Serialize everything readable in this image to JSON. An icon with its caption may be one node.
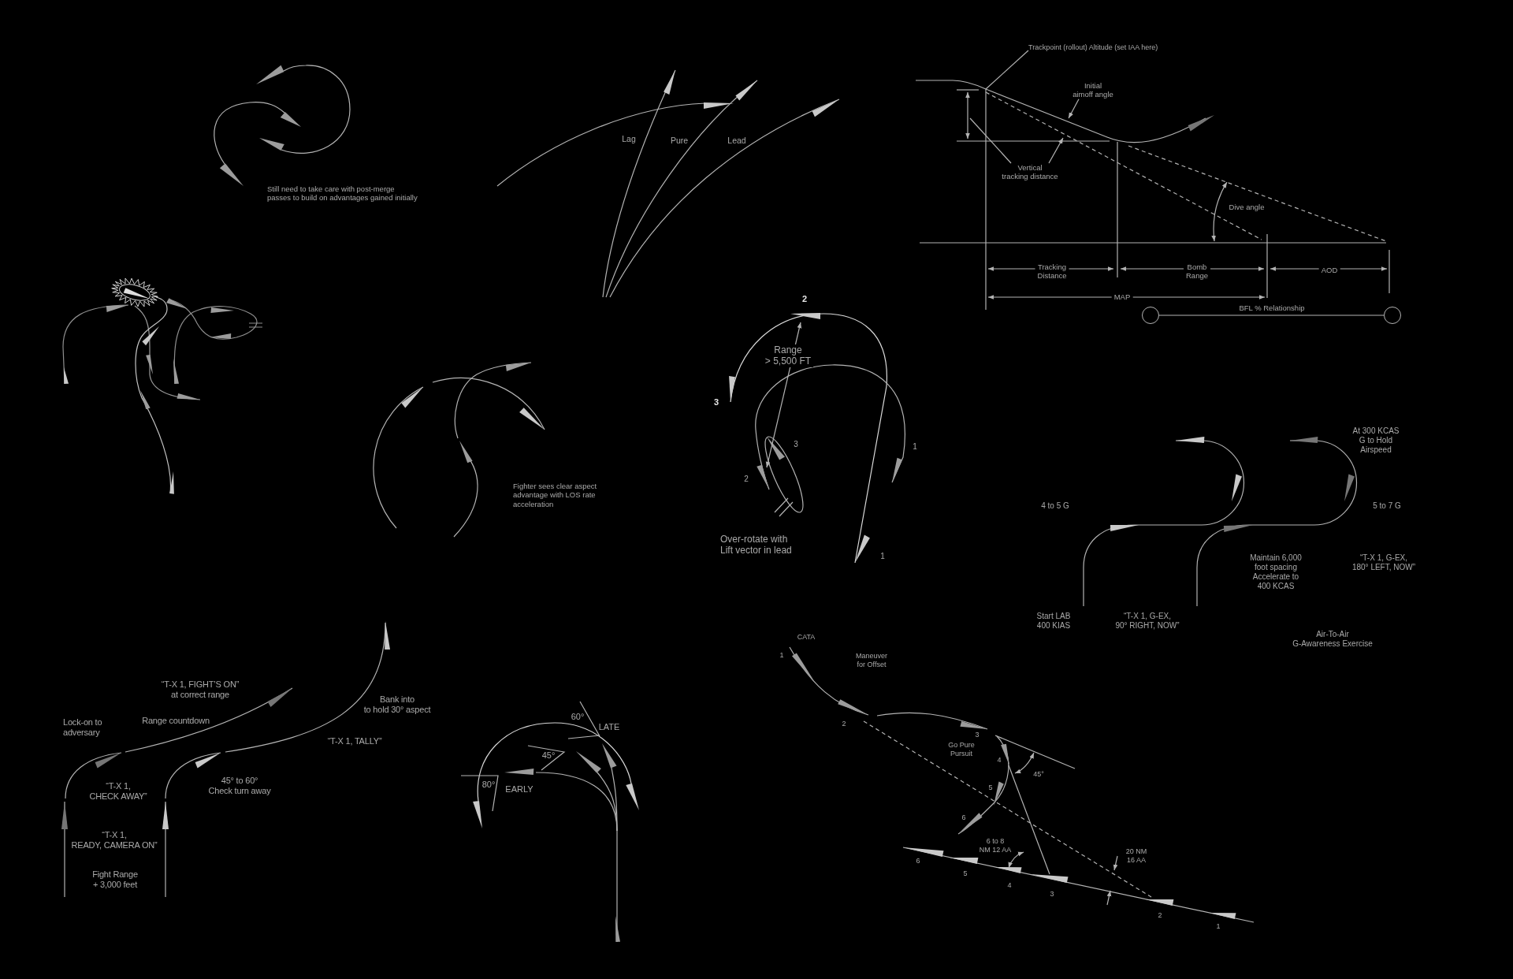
{
  "diagram": {
    "nodes": [
      {
        "text": [
          "Trackpoint (rollout) Altitude (set IAA here)"
        ]
      },
      {
        "text": [
          "Initial aimoff angle"
        ]
      },
      {
        "text": [
          "Vertical tracking distance"
        ]
      },
      {
        "text": [],
        "shape": "circle"
      },
      {
        "text": [],
        "shape": "circle"
      }
    ],
    "edges": [
      {
        "from": 0,
        "to": null,
        "arrow": "none"
      },
      {
        "from": 1,
        "to": null,
        "arrow": "to"
      },
      {
        "from": 2,
        "to": null,
        "arrow": "none"
      },
      {
        "from": 2,
        "to": null,
        "arrow": "to"
      },
      {
        "from": 3,
        "to": 4,
        "arrow": "none",
        "label": "BFL % Relationship"
      }
    ],
    "labels": [
      "Still need to take care with post-merge passes to build on advantages gained initially",
      "Lag",
      "Pure",
      "Lead",
      "Dive angle",
      "Tracking Distance",
      "Bomb Range",
      "AOD",
      "MAP",
      "Fighter sees clear aspect advantage with LOS rate acceleration",
      "2",
      "Range > 5,500 FT",
      "3",
      "3",
      "1",
      "2",
      "Over-rotate with Lift vector in lead",
      "1",
      "At 300 KCAS G to Hold Airspeed",
      "4 to 5 G",
      "5 to 7 G",
      "Maintain 6,000 foot spacing Accelerate to 400 KCAS",
      "“T-X 1, G-EX, 180° LEFT, NOW”",
      "Start LAB 400 KIAS",
      "“T-X 1, G-EX, 90° RIGHT, NOW”",
      "Air-To-Air G-Awareness Exercise",
      "“T-X 1, FIGHT’S ON” at correct range",
      "Bank into to hold 30° aspect",
      "Lock-on to adversary",
      "Range countdown",
      "“T-X 1, TALLY”",
      "“T-X 1, CHECK AWAY”",
      "45° to 60° Check turn away",
      "“T-X 1, READY, CAMERA ON”",
      "Fight Range + 3,000 feet",
      "60°",
      "LATE",
      "45°",
      "80°",
      "EARLY",
      "CATA",
      "1",
      "Maneuver for Offset",
      "2",
      "3",
      "Go Pure Pursuit",
      "4",
      "45°",
      "5",
      "6",
      "6 to 8 NM 12 AA",
      "20 NM 16 AA",
      "6",
      "5",
      "4",
      "3",
      "2",
      "1"
    ]
  }
}
